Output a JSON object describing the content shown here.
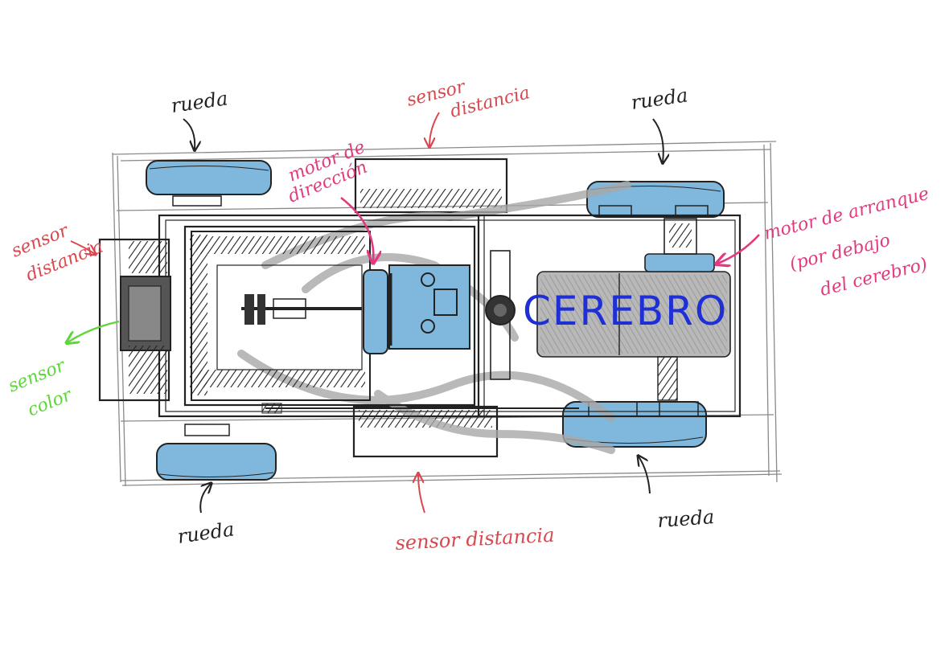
{
  "colors": {
    "ink": "#222222",
    "wheel_fill": "#7fb8dc",
    "label_red": "#d9474f",
    "label_pink": "#e23a7e",
    "label_green": "#5ed63a",
    "cerebro_blue": "#1f2fd6",
    "grey_fill": "#b8b8b8"
  },
  "labels": {
    "wheel_top_left": "rueda",
    "wheel_top_right": "rueda",
    "wheel_bottom_left": "rueda",
    "wheel_bottom_right": "rueda",
    "sensor_top_line1": "sensor",
    "sensor_top_line2": "distancia",
    "sensor_left_line1": "sensor",
    "sensor_left_line2": "distancia",
    "sensor_bottom": "sensor distancia",
    "steering_line1": "motor de",
    "steering_line2": "dirección",
    "drive_line1": "motor de arranque",
    "drive_line2": "(por debajo",
    "drive_line3": "del cerebro)",
    "color_line1": "sensor",
    "color_line2": "color",
    "brain": "CEREBRO"
  }
}
